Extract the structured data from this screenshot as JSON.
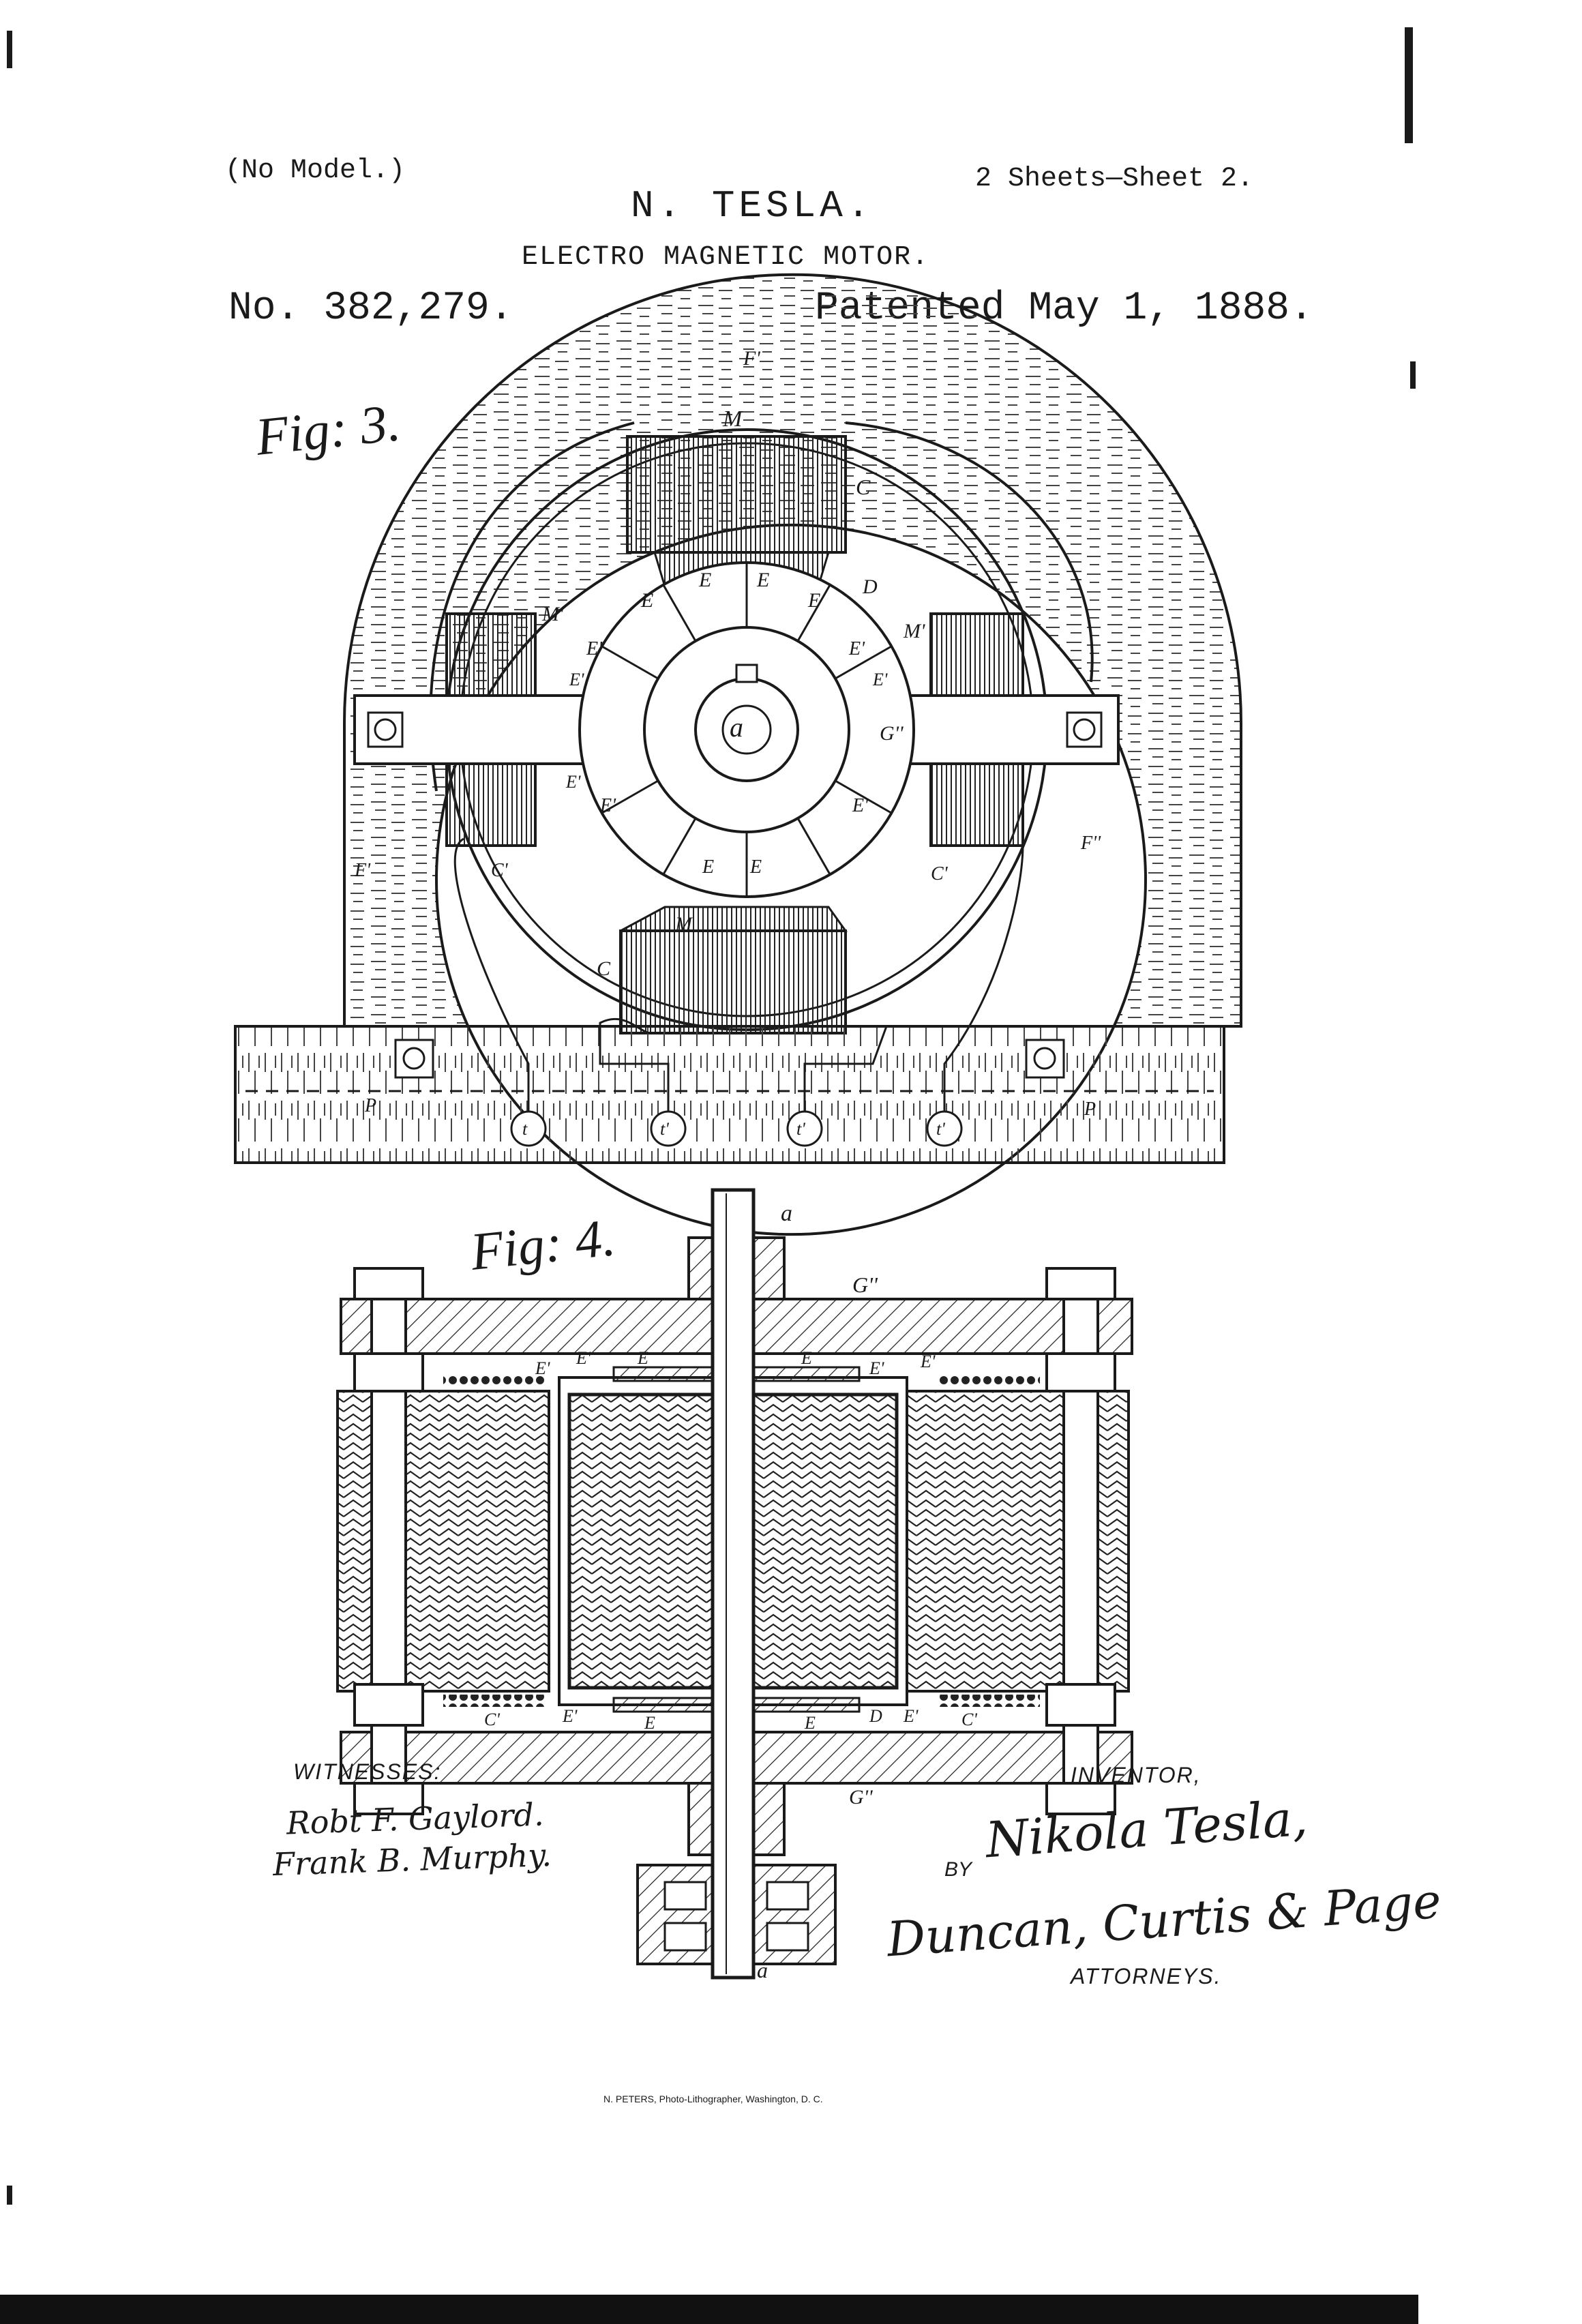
{
  "header": {
    "model_note": "(No Model.)",
    "sheets": "2 Sheets—Sheet 2.",
    "inventor_name": "N. TESLA.",
    "title": "ELECTRO MAGNETIC MOTOR.",
    "patent_number": "No. 382,279.",
    "patented_date": "Patented May 1, 1888."
  },
  "fig3": {
    "caption": "Fig: 3.",
    "labels": {
      "F_prime_top": "F'",
      "M_top": "M",
      "C_top": "C",
      "E_a": "E",
      "E_b": "E",
      "E_c": "E",
      "E_d": "E",
      "D": "D",
      "M_prime_left": "M'",
      "M_prime_right": "M'",
      "E1_ul": "E'",
      "E1_ul2": "E'",
      "E1_ur": "E'",
      "E1_ur2": "E'",
      "a": "a",
      "G2": "G''",
      "E1_ll": "E'",
      "E1_ll2": "E'",
      "E1_lr": "E'",
      "E_bot1": "E",
      "E_bot2": "E",
      "C1_left": "C'",
      "C1_right": "C'",
      "F_prime_left": "F'",
      "F2_right": "F''",
      "M_bottom": "M",
      "C_bottom": "C",
      "P_left": "P",
      "P_right": "P",
      "t1": "t",
      "t2": "t'",
      "t3": "t'",
      "t4": "t'"
    }
  },
  "fig4": {
    "caption": "Fig: 4.",
    "labels": {
      "a_top": "a",
      "G2_top": "G''",
      "E1_t1": "E'",
      "E1_t2": "E'",
      "E_t1": "E",
      "E_t2": "E",
      "E1_t3": "E'",
      "E1_t4": "E'",
      "C1_bl": "C'",
      "E1_b1": "E'",
      "E_b1": "E",
      "E_b2": "E",
      "D_b": "D",
      "E1_b2": "E'",
      "C1_br": "C'",
      "G2_bot": "G''",
      "a_bot": "a"
    }
  },
  "footer": {
    "witnesses_label": "WITNESSES:",
    "witness_1": "Robt F. Gaylord.",
    "witness_2": "Frank B. Murphy.",
    "inventor_label": "INVENTOR,",
    "inventor_signature": "Nikola Tesla,",
    "by_label": "BY",
    "attorneys_signature": "Duncan, Curtis & Page",
    "attorneys_label": "ATTORNEYS.",
    "lithographer": "N. PETERS, Photo-Lithographer, Washington, D. C."
  },
  "colors": {
    "ink": "#1a1a1a",
    "paper": "#ffffff"
  }
}
